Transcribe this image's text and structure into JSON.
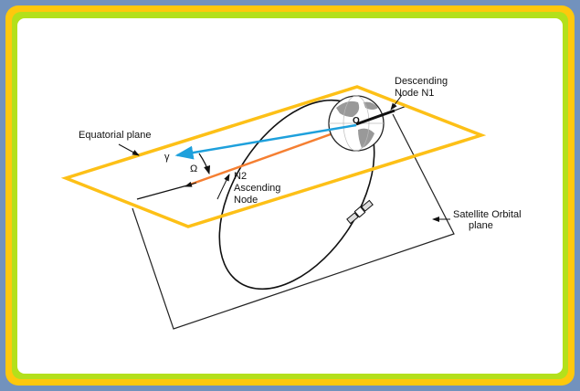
{
  "labels": {
    "descending_line1": "Descending",
    "descending_line2": "Node N1",
    "equatorial_plane": "Equatorial plane",
    "gamma": "γ",
    "omega": "Ω",
    "ascending_line1": "N2",
    "ascending_line2": "Ascending",
    "ascending_line3": "Node",
    "satellite_line1": "Satellite Orbital",
    "satellite_line2": "plane",
    "origin": "O"
  },
  "colors": {
    "equatorial_plane": "#fdc017",
    "vernal_vector": "#1ea0dc",
    "node_line": "#f57f32",
    "background": "#7292bd",
    "outer_border": "#fec80d",
    "inner_border": "#b3e01b"
  }
}
